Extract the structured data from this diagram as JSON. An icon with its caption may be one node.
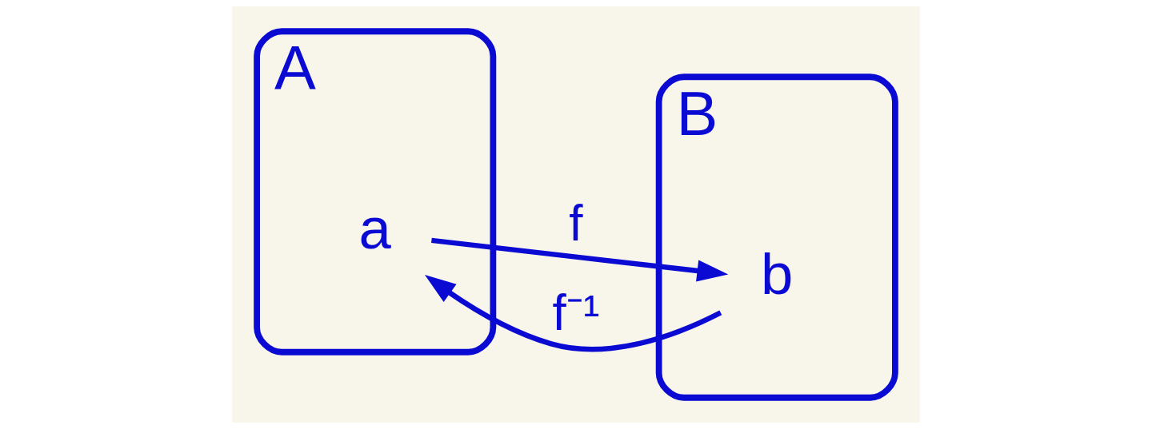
{
  "diagram": {
    "nodes": [
      {
        "text": [
          "A"
        ]
      },
      {
        "text": [
          "B"
        ]
      },
      {
        "text": [
          "a"
        ],
        "in": 0
      },
      {
        "text": [
          "b"
        ],
        "in": 1
      }
    ],
    "edges": [
      {
        "from": 2,
        "to": 3,
        "arrow": "to",
        "label": "f"
      },
      {
        "from": 3,
        "to": 2,
        "arrow": "to",
        "label": "f⁻¹"
      }
    ]
  }
}
